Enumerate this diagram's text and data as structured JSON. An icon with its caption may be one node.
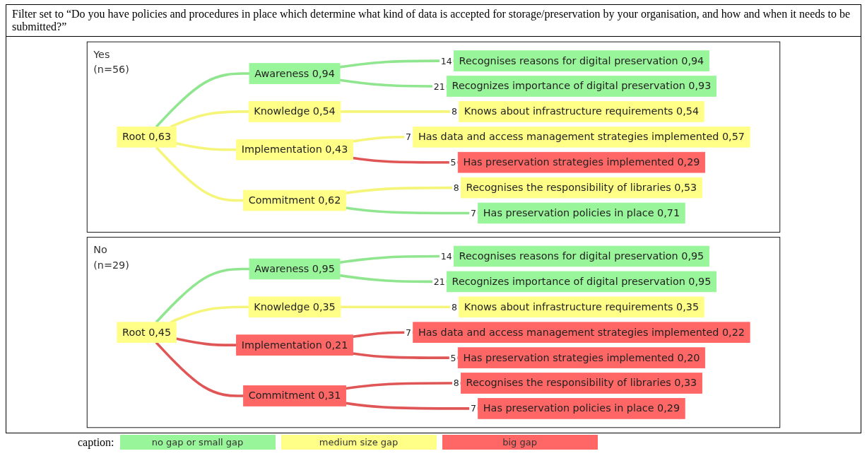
{
  "diagram": {
    "title": "Filter set to “Do you have policies and procedures in place which determine what kind of data is accepted for storage/preservation by your organisation, and how and when it needs to be submitted?”",
    "nodes": [
      {
        "text": [
          "Yes",
          "(n=56)"
        ]
      },
      {
        "text": [
          "Root 0,63"
        ],
        "in": 0
      },
      {
        "text": [
          "Awareness 0,94"
        ],
        "in": 0
      },
      {
        "text": [
          "Recognises reasons for digital preservation 0,94"
        ],
        "beside": [
          "14"
        ],
        "in": 0
      },
      {
        "text": [
          "Recognizes importance of digital preservation 0,93"
        ],
        "beside": [
          "21"
        ],
        "in": 0
      },
      {
        "text": [
          "Knowledge 0,54"
        ],
        "in": 0
      },
      {
        "text": [
          "Knows about infrastructure requirements 0,54"
        ],
        "beside": [
          "8"
        ],
        "in": 0
      },
      {
        "text": [
          "Implementation 0,43"
        ],
        "in": 0
      },
      {
        "text": [
          "Has data and access management strategies implemented 0,57"
        ],
        "beside": [
          "7"
        ],
        "in": 0
      },
      {
        "text": [
          "Has preservation strategies implemented 0,29"
        ],
        "beside": [
          "5"
        ],
        "in": 0
      },
      {
        "text": [
          "Commitment 0,62"
        ],
        "in": 0
      },
      {
        "text": [
          "Recognises the responsibility of libraries 0,53"
        ],
        "beside": [
          "8"
        ],
        "in": 0
      },
      {
        "text": [
          "Has preservation policies in place 0,71"
        ],
        "beside": [
          "7"
        ],
        "in": 0
      },
      {
        "text": [
          "No",
          "(n=29)"
        ]
      },
      {
        "text": [
          "Root 0,45"
        ],
        "in": 13
      },
      {
        "text": [
          "Awareness 0,95"
        ],
        "in": 13
      },
      {
        "text": [
          "Recognises reasons for digital preservation 0,95"
        ],
        "beside": [
          "14"
        ],
        "in": 13
      },
      {
        "text": [
          "Recognizes importance of digital preservation 0,95"
        ],
        "beside": [
          "21"
        ],
        "in": 13
      },
      {
        "text": [
          "Knowledge 0,35"
        ],
        "in": 13
      },
      {
        "text": [
          "Knows about infrastructure requirements 0,35"
        ],
        "beside": [
          "8"
        ],
        "in": 13
      },
      {
        "text": [
          "Implementation 0,21"
        ],
        "in": 13
      },
      {
        "text": [
          "Has data and access management strategies implemented 0,22"
        ],
        "beside": [
          "7"
        ],
        "in": 13
      },
      {
        "text": [
          "Has preservation strategies implemented 0,20"
        ],
        "beside": [
          "5"
        ],
        "in": 13
      },
      {
        "text": [
          "Commitment 0,31"
        ],
        "in": 13
      },
      {
        "text": [
          "Recognises the responsibility of libraries 0,33"
        ],
        "beside": [
          "8"
        ],
        "in": 13
      },
      {
        "text": [
          "Has preservation policies in place 0,29"
        ],
        "beside": [
          "7"
        ],
        "in": 13
      }
    ],
    "edges": [
      {
        "from": 1,
        "to": 2,
        "arrow": "none",
        "color": "#8fe68f"
      },
      {
        "from": 1,
        "to": 5,
        "arrow": "none",
        "color": "#f5f57a"
      },
      {
        "from": 1,
        "to": 7,
        "arrow": "none",
        "color": "#f5f57a"
      },
      {
        "from": 1,
        "to": 10,
        "arrow": "none",
        "color": "#f5f57a"
      },
      {
        "from": 2,
        "to": 3,
        "arrow": "none",
        "color": "#8fe68f"
      },
      {
        "from": 2,
        "to": 4,
        "arrow": "none",
        "color": "#8fe68f"
      },
      {
        "from": 5,
        "to": 6,
        "arrow": "none",
        "color": "#f5f57a"
      },
      {
        "from": 7,
        "to": 8,
        "arrow": "none",
        "color": "#f5f57a"
      },
      {
        "from": 7,
        "to": 9,
        "arrow": "none",
        "color": "#e05555"
      },
      {
        "from": 10,
        "to": 11,
        "arrow": "none",
        "color": "#f5f57a"
      },
      {
        "from": 10,
        "to": 12,
        "arrow": "none",
        "color": "#8fe68f"
      },
      {
        "from": 14,
        "to": 15,
        "arrow": "none",
        "color": "#8fe68f"
      },
      {
        "from": 14,
        "to": 18,
        "arrow": "none",
        "color": "#f5f57a"
      },
      {
        "from": 14,
        "to": 20,
        "arrow": "none",
        "color": "#e05555"
      },
      {
        "from": 14,
        "to": 23,
        "arrow": "none",
        "color": "#e05555"
      },
      {
        "from": 15,
        "to": 16,
        "arrow": "none",
        "color": "#8fe68f"
      },
      {
        "from": 15,
        "to": 17,
        "arrow": "none",
        "color": "#8fe68f"
      },
      {
        "from": 18,
        "to": 19,
        "arrow": "none",
        "color": "#f5f57a"
      },
      {
        "from": 20,
        "to": 21,
        "arrow": "none",
        "color": "#e05555"
      },
      {
        "from": 20,
        "to": 22,
        "arrow": "none",
        "color": "#e05555"
      },
      {
        "from": 23,
        "to": 24,
        "arrow": "none",
        "color": "#e05555"
      },
      {
        "from": 23,
        "to": 25,
        "arrow": "none",
        "color": "#e05555"
      }
    ],
    "labels": [
      "caption:"
    ],
    "legend": [
      {
        "text": "no gap or small gap",
        "color": "#99f599"
      },
      {
        "text": "medium size gap",
        "color": "#ffff88"
      },
      {
        "text": "big gap",
        "color": "#ff6666"
      }
    ]
  }
}
